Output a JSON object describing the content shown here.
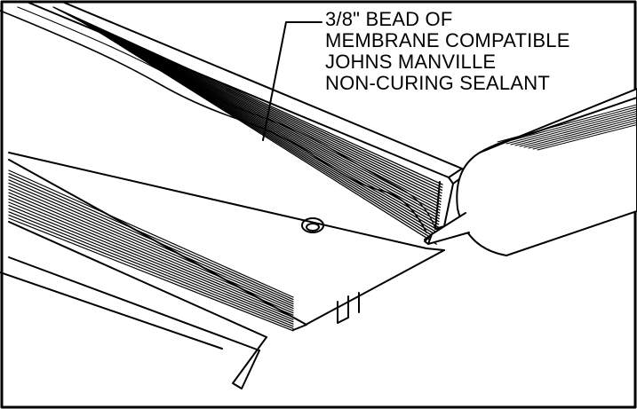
{
  "callout": {
    "lines": [
      "3/8\" BEAD OF",
      "MEMBRANE COMPATIBLE",
      "JOHNS MANVILLE",
      "NON-CURING SEALANT"
    ]
  },
  "colors": {
    "ink": "#000000",
    "paper": "#ffffff"
  }
}
